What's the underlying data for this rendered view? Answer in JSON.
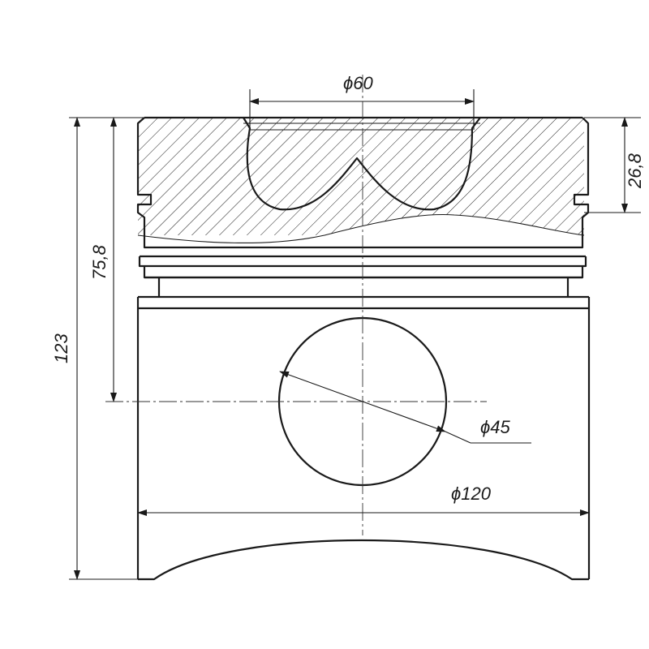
{
  "dimensions": {
    "top_bowl_diameter": "ϕ60",
    "crown_height": "26,8",
    "pin_axis_height": "75,8",
    "total_height": "123",
    "pin_diameter": "ϕ45",
    "piston_diameter": "ϕ120"
  }
}
